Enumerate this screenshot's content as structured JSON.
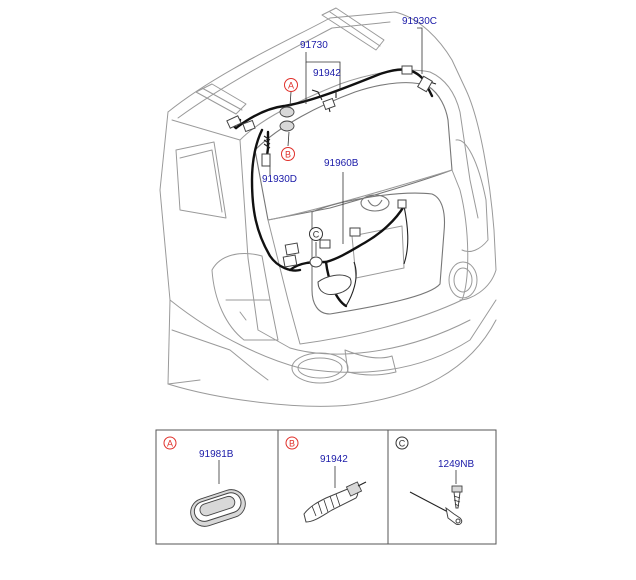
{
  "part_numbers": {
    "harness_top_right": "91930C",
    "harness_main": "91730",
    "grommet": "91942",
    "harness_left": "91930D",
    "harness_tailgate": "91960B"
  },
  "callouts": {
    "a": "A",
    "b": "B",
    "c": "C"
  },
  "detail_panels": [
    {
      "callout": "A",
      "part_number": "91981B"
    },
    {
      "callout": "B",
      "part_number": "91942"
    },
    {
      "callout": "C",
      "part_number": "1249NB"
    }
  ],
  "colors": {
    "part_label": "#1a1aa8",
    "callout": "#e0302a"
  }
}
